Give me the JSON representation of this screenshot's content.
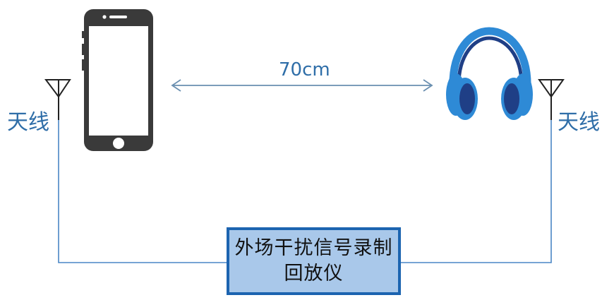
{
  "labels": {
    "antenna_left": "天线",
    "antenna_right": "天线",
    "distance": "70cm",
    "device_line1": "外场干扰信号录制",
    "device_line2": "回放仪"
  },
  "colors": {
    "label": "#2f6ea8",
    "arrow": "#6a8fb0",
    "wire": "#4a86c5",
    "box_fill": "#a9c8ea",
    "box_border": "#1c64b0",
    "phone": "#3a3a3a",
    "headphone_blue": "#2e8ad6",
    "headphone_dark": "#1f3f86"
  },
  "icons": {
    "left_device": "smartphone-icon",
    "right_device": "headphones-icon",
    "antenna": "antenna-icon"
  }
}
